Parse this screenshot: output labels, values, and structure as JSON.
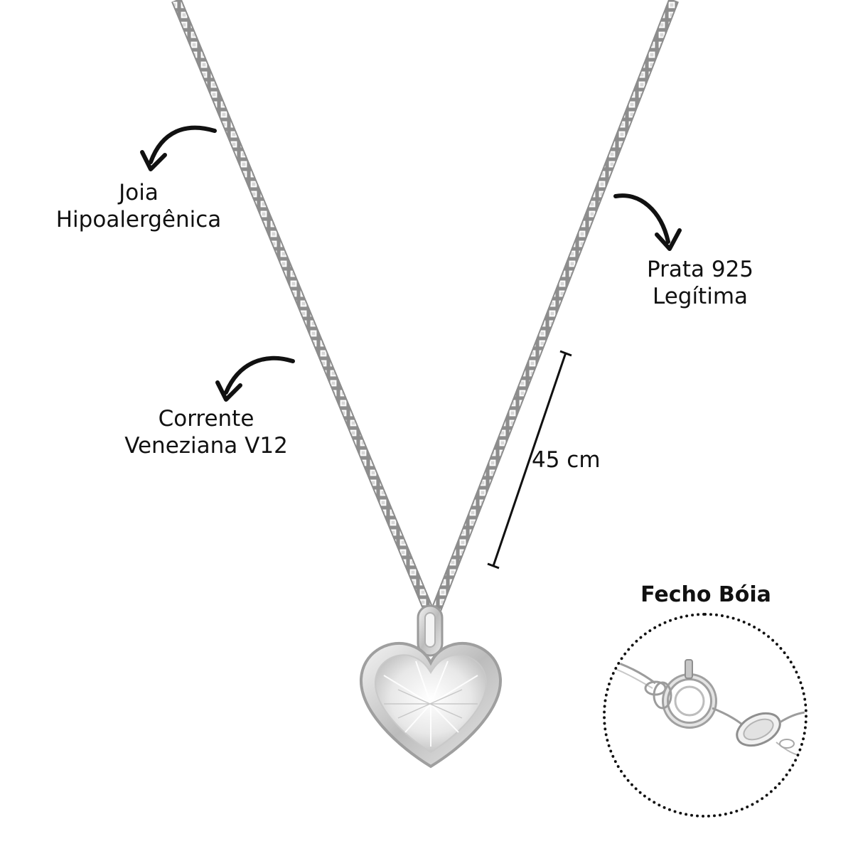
{
  "labels": {
    "hipoalergenica": [
      "Joia",
      "Hipoalergênica"
    ],
    "prata": [
      "Prata 925",
      "Legítima"
    ],
    "corrente": [
      "Corrente",
      "Veneziana V12"
    ],
    "length": "45 cm",
    "clasp_title": "Fecho Bóia"
  },
  "colors": {
    "background": "#ffffff",
    "text": "#111111",
    "chain": "#9a9a9a",
    "stone": "#e6e6e6"
  },
  "icons": [
    "curved-arrow-icon",
    "dimension-bracket-icon",
    "heart-pendant-icon",
    "spring-ring-clasp-icon"
  ]
}
